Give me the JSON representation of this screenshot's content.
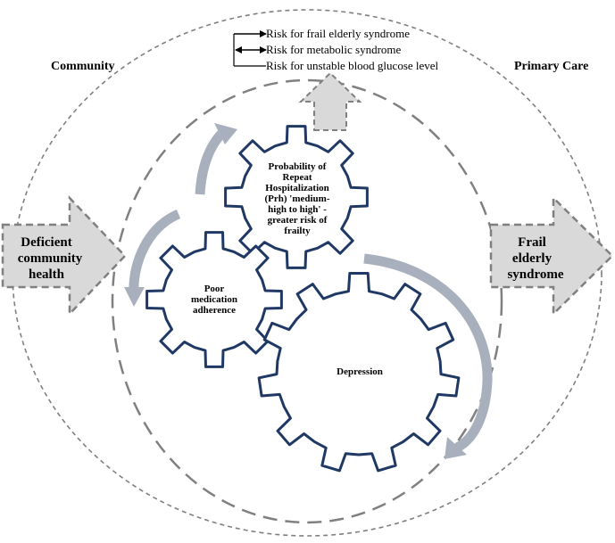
{
  "legend": {
    "items": [
      {
        "label": "Risk for frail elderly syndrome",
        "marker": "arrow-right"
      },
      {
        "label": "Risk for metabolic syndrome",
        "marker": "arrow-both"
      },
      {
        "label": "Risk for unstable blood glucose level",
        "marker": "line"
      }
    ]
  },
  "corners": {
    "left": "Community",
    "right": "Primary Care"
  },
  "left_arrow": {
    "lines": [
      "Deficient",
      "community",
      "health"
    ]
  },
  "right_arrow": {
    "lines": [
      "Frail",
      "elderly",
      "syndrome"
    ]
  },
  "gears": {
    "top": {
      "lines": [
        "Probability of",
        "Repeat",
        "Hospitalization",
        "(Prh) 'medium-",
        "high to high' -",
        "greater risk of",
        "frailty"
      ]
    },
    "left": {
      "lines": [
        "Poor",
        "medication",
        "adherence"
      ]
    },
    "bottom": {
      "lines": [
        "Depression"
      ]
    }
  },
  "colors": {
    "gear_stroke": "#1f3864",
    "dash": "#808080",
    "block_fill": "#d9d9d9",
    "curved_arrow": "#a9b0bd"
  }
}
